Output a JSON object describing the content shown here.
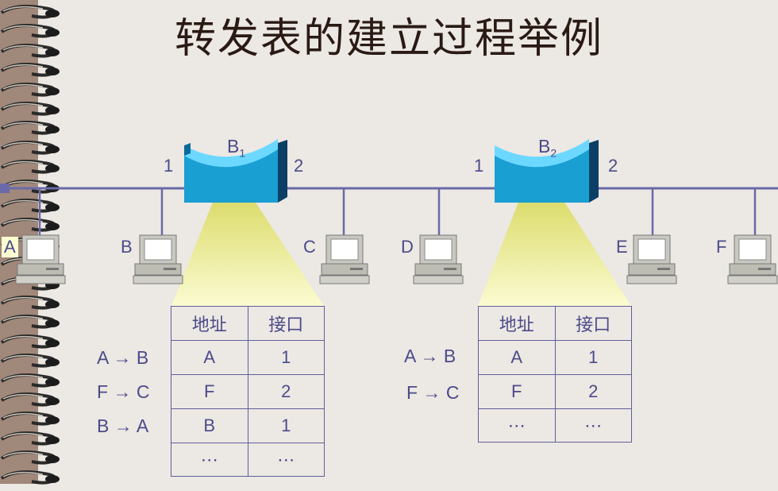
{
  "title": "转发表的建立过程举例",
  "bridges": [
    {
      "name": "B",
      "sub": "1",
      "port_left": "1",
      "port_right": "2"
    },
    {
      "name": "B",
      "sub": "2",
      "port_left": "1",
      "port_right": "2"
    }
  ],
  "hosts": [
    "A",
    "B",
    "C",
    "D",
    "E",
    "F"
  ],
  "table1": {
    "header": [
      "地址",
      "接口"
    ],
    "rows": [
      [
        "A",
        "1"
      ],
      [
        "F",
        "2"
      ],
      [
        "B",
        "1"
      ],
      [
        "⋯",
        "⋯"
      ]
    ],
    "frames": [
      "A → B",
      "F → C",
      "B → A"
    ]
  },
  "table2": {
    "header": [
      "地址",
      "接口"
    ],
    "rows": [
      [
        "A",
        "1"
      ],
      [
        "F",
        "2"
      ],
      [
        "⋯",
        "⋯"
      ]
    ],
    "frames": [
      "A → B",
      "F → C"
    ]
  }
}
